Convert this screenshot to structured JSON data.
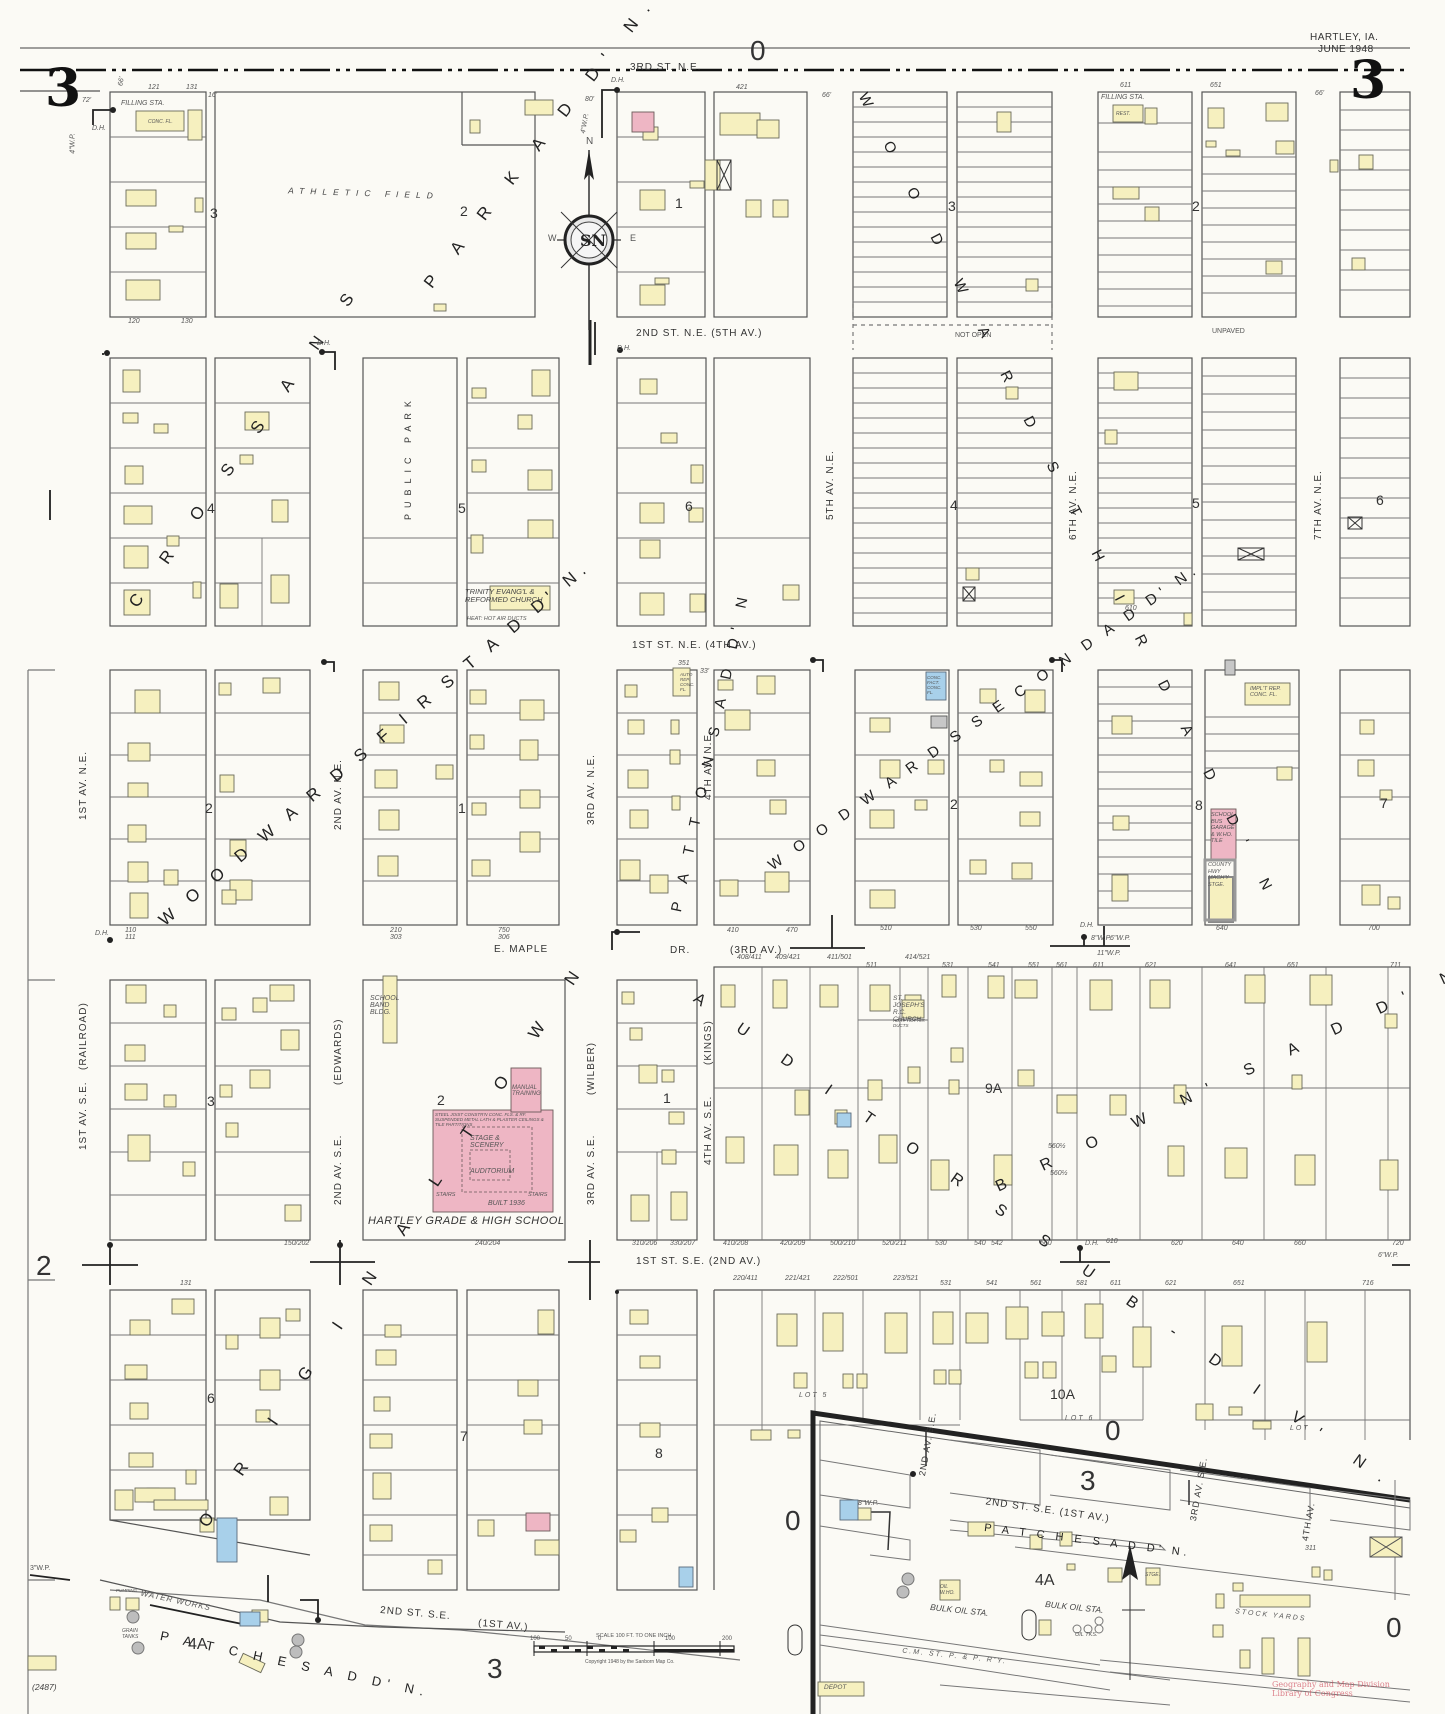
{
  "header": {
    "place": "HARTLEY, IA.",
    "date": "JUNE 1948"
  },
  "sheet": {
    "number_left": "3",
    "number_right": "3",
    "catalog_id": "(2487)"
  },
  "streets": {
    "third_st_ne": "3RD ST. N.E.",
    "second_st_ne": "2ND ST. N.E. (5TH AV.)",
    "first_st_ne": "1ST ST. N.E. (4TH AV.)",
    "e_maple": "E. MAPLE",
    "e_maple_dr": "DR.",
    "third_av_paren": "(3RD AV.)",
    "first_st_se": "1ST ST. S.E. (2ND AV.)",
    "second_st_se": "2ND ST. S.E.",
    "second_st_se_paren": "(1ST AV.)",
    "second_st_se_inset": "2ND ST. S.E. (1ST AV.)",
    "first_av_ne": "1ST AV. N.E.",
    "second_av_ne": "2ND AV. N.E.",
    "third_av_ne": "3RD AV. N.E.",
    "fourth_av_ne": "4TH AV. N.E.",
    "fifth_av_ne": "5TH AV. N.E.",
    "sixth_av_ne": "6TH AV. N.E.",
    "seventh_av_ne": "7TH AV. N.E.",
    "first_av_se": "1ST AV. S.E.",
    "railroad": "(RAILROAD)",
    "second_av_se": "2ND AV. S.E.",
    "edwards": "(EDWARDS)",
    "third_av_se": "3RD AV. S.E.",
    "wilber": "(WILBER)",
    "fourth_av_se": "4TH AV. S.E.",
    "kings": "(KINGS)",
    "second_av_se_inset": "2ND AV. S.E.",
    "third_av_se_inset": "3RD AV. S.E.",
    "fourth_av_inset": "4TH AV.",
    "not_open": "NOT OPEN",
    "unpaved": "UNPAVED",
    "railway": "C.M. ST. P. & P. R'Y."
  },
  "additions": {
    "park_addn": "P A R K   A D D' N.",
    "crossans": "C R O S S A N S",
    "woodward_third": "W O O D W A R D S  T H I R D  A D D' N",
    "woodwards_first": "W O O D W A R D S   F I R S T   A D D' N.",
    "pattons": "P A T T O N S  A D D' N",
    "woodwards_second": "W O O D W A R D S   S E C O N D   A D D' N.",
    "browns": "B R O W N' S   A D D' N.",
    "original_town": "O R I G I N A L   T O W N",
    "auditors_sub": "A U D I T O R S   S U B - D I V' N.",
    "patches_addn": "P A T C H E S   A D D' N.",
    "patches_addn_inset": "P A T C H E S   A D D' N."
  },
  "block_numbers": [
    "3",
    "2",
    "1",
    "3",
    "2",
    "4",
    "5",
    "6",
    "4",
    "5",
    "6",
    "2",
    "1",
    "2",
    "8",
    "7",
    "3",
    "2",
    "1",
    "9A",
    "6",
    "7",
    "8",
    "10A",
    "4A",
    "4A"
  ],
  "landmarks": {
    "athletic_field": "ATHLETIC   FIELD",
    "public_park": "PUBLIC   PARK",
    "church_trinity": "TRINITY EVANG'L & REFORMED CHURCH",
    "church_trinity_note": "HEAT: HOT AIR DUCTS",
    "school_band": "SCHOOL BAND BLDG.",
    "school": "HARTLEY GRADE & HIGH SCHOOL",
    "school_built": "BUILT 1936",
    "stage": "STAGE & SCENERY",
    "auditorium": "AUDITORIUM",
    "manual_training": "MANUAL TRAINING",
    "stairs": "STAIRS",
    "school_construction": "STEEL JOIST CONSTR'N CONC. FLS. & RF. SUSPENDED METAL LATH & PLASTER CEILINGS & TILE PARTITIONS",
    "st_josephs": "ST. JOSEPH'S R.C. CHURCH",
    "st_josephs_note": "HEAT: HOT AIR DUCTS",
    "filling_sta_1": "FILLING STA.",
    "conc_fl": "CONC. FL.",
    "filling_sta_2": "FILLING STA.",
    "rest": "REST.",
    "auto_rep": "AUTO REP. CONC. FL.",
    "conc_fact": "CONC. FACT. CONC. FL.",
    "implt_rep": "IMPL'T REP. CONC. FL.",
    "school_bus_garage": "SCHOOL BUS GARAGE & W.HO. TILE",
    "county_hwy": "COUNTY HWY MACH'Y STGE.",
    "water_works": "WATER WORKS",
    "pumping": "PUMPING",
    "grain_tanks": "GRAIN TANKS",
    "bulk_oil_1": "BULK OIL STA.",
    "bulk_oil_2": "BULK OIL STA.",
    "oil_tks": "OIL TKS.",
    "oil_wh": "OIL W.HO.",
    "stock_yards": "STOCK YARDS",
    "depot": "DEPOT",
    "stge": "STGE.",
    "lot_5": "LOT 5",
    "lot_6": "LOT 6",
    "lot": "LOT"
  },
  "hydrants": {
    "dh": "D.H.",
    "main_4": "4\"W.P.",
    "main_6": "6\"W.P.",
    "main_8": "8\"W.P.",
    "main_3": "3\"W.P.",
    "main_11": "11\"W.P."
  },
  "compass": {
    "north": "N",
    "east": "E",
    "west": "W"
  },
  "scale": {
    "title": "SCALE 100 FT. TO ONE INCH",
    "ticks": [
      "100",
      "50",
      "0",
      "100",
      "200"
    ],
    "copyright": "Copyright 1948 by the Sanborn Map Co."
  },
  "stamp": {
    "line1": "Geography and Map Division",
    "line2": "Library of Congress"
  },
  "street_widths": [
    "66'",
    "66'",
    "66'",
    "80'",
    "72'",
    "33'",
    "16'"
  ],
  "addresses": {
    "row1_top": [
      "121",
      "131",
      "421",
      "611",
      "651"
    ],
    "row1_bottom": [
      "120",
      "130"
    ],
    "row3_bottom": [
      "110",
      "111",
      "210",
      "303",
      "750",
      "306",
      "410",
      "470",
      "510",
      "530",
      "550",
      "610",
      "640",
      "700"
    ],
    "row4_top": [
      "408/411",
      "409/421",
      "411/501",
      "511",
      "414/521",
      "531",
      "541",
      "551",
      "561",
      "611",
      "621",
      "641",
      "651",
      "711"
    ],
    "row4_bottom": [
      "150/202",
      "240/204",
      "310/206",
      "330/207",
      "410/208",
      "420/209",
      "500/210",
      "520/211",
      "530",
      "540",
      "542",
      "560",
      "610",
      "620",
      "640",
      "660",
      "720"
    ],
    "row5_top": [
      "131",
      "220/411",
      "221/421",
      "222/501",
      "223/521",
      "531",
      "541",
      "561",
      "581",
      "611",
      "621",
      "651",
      "716"
    ],
    "misc": [
      "560½",
      "560½",
      "351",
      "311",
      "240",
      "210"
    ]
  },
  "colors": {
    "paper": "#fbfaf5",
    "frame_dwelling": "#f6f0bf",
    "brick": "#eeb6c4",
    "concrete_block": "#a8d0ea",
    "iron_clad": "#b8b8b8",
    "line": "#4a4a4a",
    "stamp": "#d05060"
  }
}
